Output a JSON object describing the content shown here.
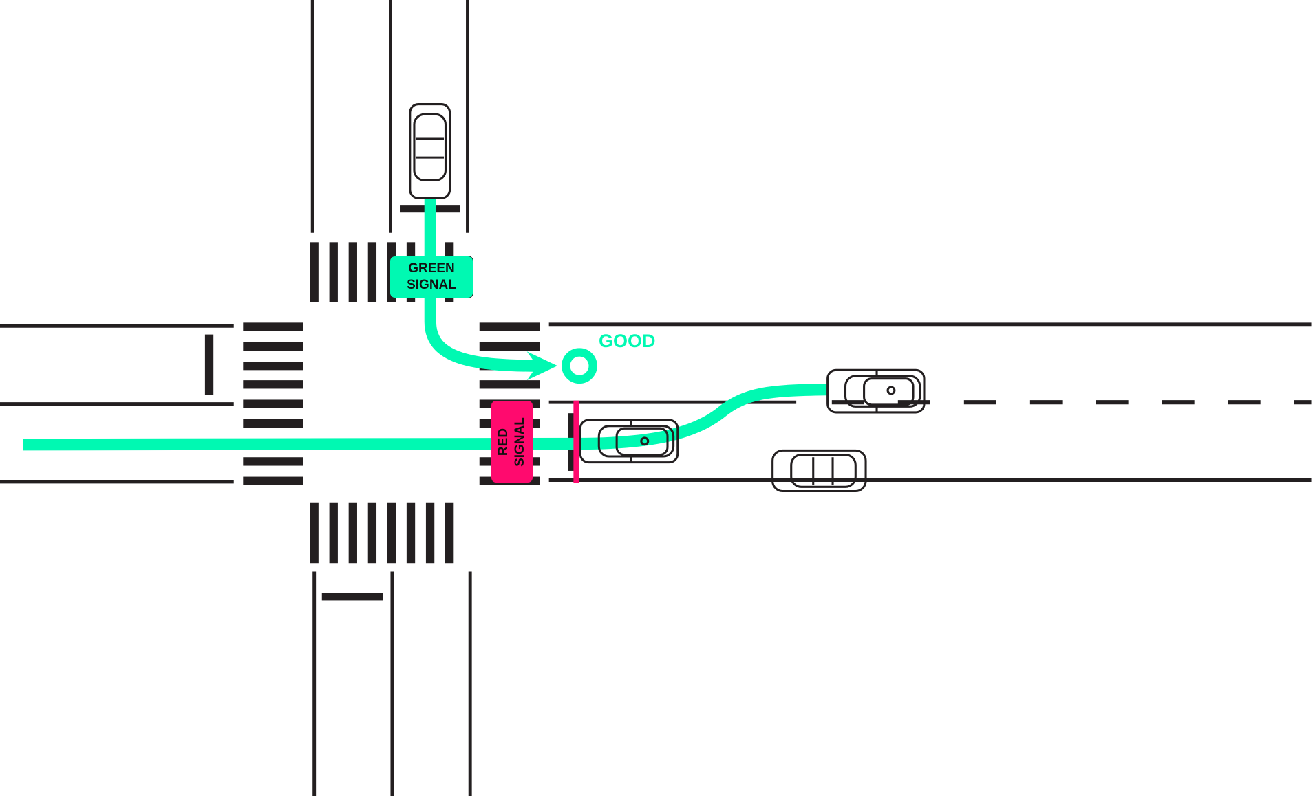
{
  "labels": {
    "green_signal": [
      "GREEN",
      "SIGNAL"
    ],
    "red_signal": [
      "RED",
      "SIGNAL"
    ],
    "good": "GOOD"
  },
  "colors": {
    "path": "#00F9B2",
    "red_signal": "#FF0A6E",
    "road": "#231F20"
  }
}
